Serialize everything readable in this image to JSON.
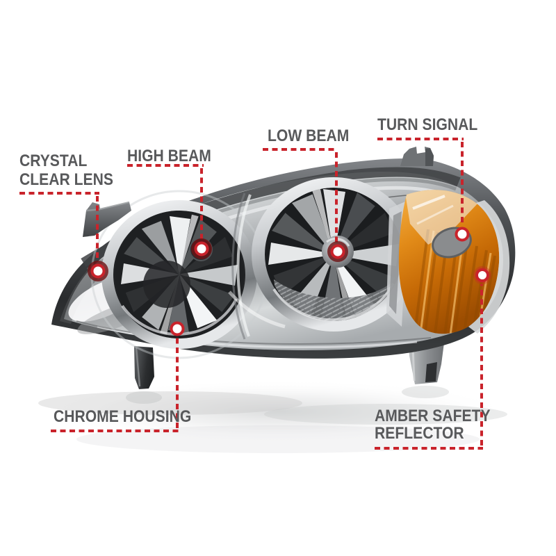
{
  "callouts": {
    "crystal_clear_lens": {
      "line1": "CRYSTAL",
      "line2": "CLEAR LENS"
    },
    "high_beam": {
      "line1": "HIGH BEAM"
    },
    "low_beam": {
      "line1": "LOW BEAM"
    },
    "turn_signal": {
      "line1": "TURN SIGNAL"
    },
    "chrome_housing": {
      "line1": "CHROME HOUSING"
    },
    "amber_safety_reflector": {
      "line1": "AMBER SAFETY",
      "line2": "REFLECTOR"
    }
  },
  "colors": {
    "accent_red": "#c9232b",
    "label_text": "#58595b",
    "amber": "#d4760e",
    "chrome_light": "#e8eaec",
    "housing_dark": "#2e3032",
    "background": "#ffffff"
  }
}
